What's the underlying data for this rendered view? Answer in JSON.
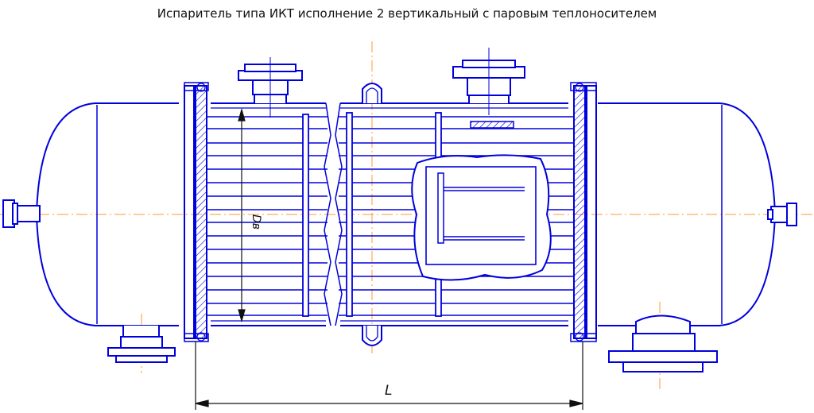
{
  "title": "Испаритель типа ИКТ исполнение 2 вертикальный с паровым теплоносителем",
  "labels": {
    "diameter": "Dв",
    "length": "L"
  },
  "colors": {
    "outline": "#0000dd",
    "centerline": "#ff9933",
    "dimension": "#111111",
    "hatch": "#0000dd"
  }
}
